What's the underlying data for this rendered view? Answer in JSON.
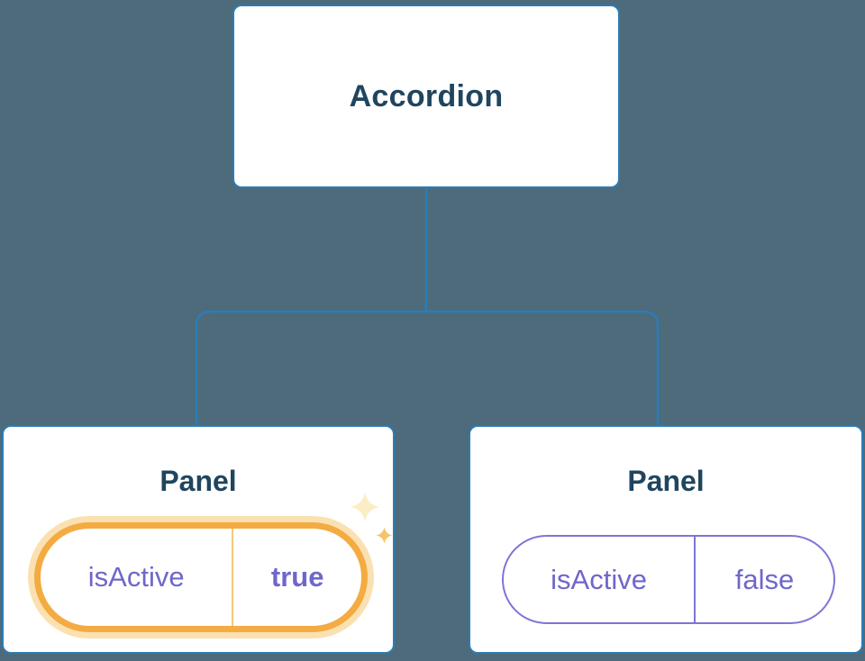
{
  "diagram": {
    "root": {
      "label": "Accordion"
    },
    "children": [
      {
        "label": "Panel",
        "state": {
          "key": "isActive",
          "value": "true"
        },
        "highlighted": true
      },
      {
        "label": "Panel",
        "state": {
          "key": "isActive",
          "value": "false"
        },
        "highlighted": false
      }
    ],
    "colors": {
      "background": "#4d6b7a",
      "node_bg": "#ffffff",
      "node_border": "#2b7cb8",
      "node_text": "#20455f",
      "state_text": "#6e67cb",
      "state_border": "#7d76d5",
      "highlight_border": "#f3ab42",
      "highlight_glow": "#f9d797",
      "highlight_divider": "#f4c87c",
      "sparkle_light": "#fbeec6",
      "sparkle_dark": "#f4c468"
    }
  }
}
